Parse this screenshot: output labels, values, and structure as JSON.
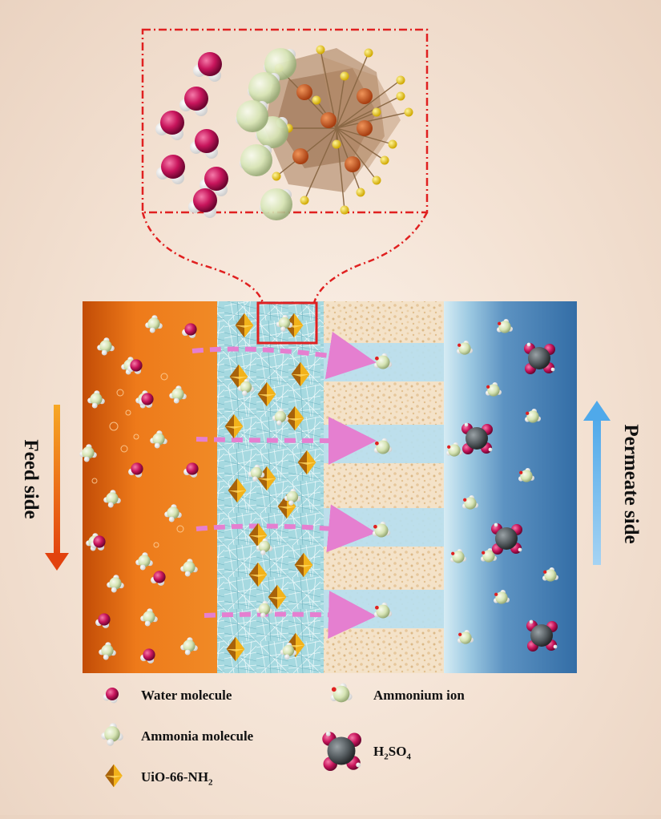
{
  "labels": {
    "feed_side": "Feed side",
    "permeate_side": "Permeate side"
  },
  "legend": {
    "water": "Water molecule",
    "ammonia": "Ammonia molecule",
    "uio": "UiO-66-NH",
    "uio_sub": "2",
    "ammonium": "Ammonium ion",
    "acid_main": "H",
    "acid_sub1": "2",
    "acid_mid": "SO",
    "acid_sub2": "4"
  },
  "colors": {
    "feed": "#e8680e",
    "fiber": "#9cd3dc",
    "support": "#f1dcc0",
    "permeate": "#3d77ad",
    "water_o": "#c8155c",
    "ammonia_n": "#d8e6b8",
    "uio_gold": "#f2b21a",
    "acid_s": "#555c60",
    "arrow_pink": "#e57fd0",
    "zoom_red": "#e02020"
  }
}
